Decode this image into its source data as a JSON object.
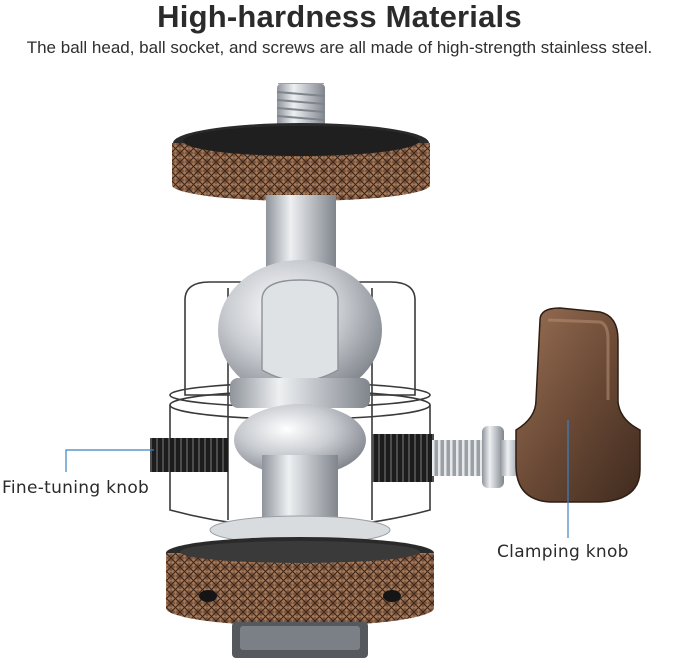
{
  "header": {
    "title": "High-hardness Materials",
    "subtitle": "The ball head, ball socket, and screws are all made of high-strength stainless steel."
  },
  "callouts": {
    "fine_tuning": "Fine-tuning knob",
    "clamping": "Clamping knob"
  },
  "colors": {
    "bronze_knob": "#6b4a36",
    "steel": "#c9ccd1",
    "leader_line": "#3b82c4",
    "outline": "#3a3a3a"
  }
}
